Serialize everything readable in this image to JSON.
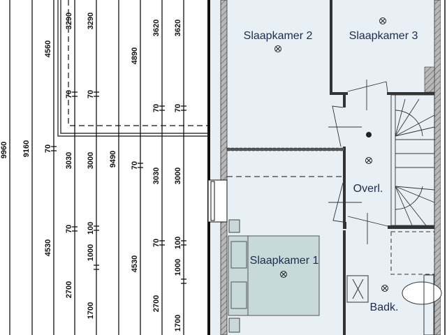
{
  "colors": {
    "room_fill": "#e8f0f6",
    "bed_fill": "#c8d9da",
    "wall_hatch": "#8a8a8a",
    "line": "#111111",
    "label": "#1c2a4e"
  },
  "rooms": {
    "slaapkamer2": "Slaapkamer 2",
    "slaapkamer3": "Slaapkamer 3",
    "overloop": "Overl.",
    "slaapkamer1": "Slaapkamer 1",
    "badkamer": "Badk."
  },
  "dimensions": [
    {
      "line": 1,
      "labels": [
        "9960"
      ]
    },
    {
      "line": 2,
      "labels": [
        "9160"
      ]
    },
    {
      "line": 3,
      "labels": [
        "4560",
        "70",
        "4530"
      ]
    },
    {
      "line": 4,
      "labels": [
        "3290",
        "70",
        "3030",
        "70",
        "2700"
      ]
    },
    {
      "line": 5,
      "labels": [
        "3290",
        "70",
        "3000",
        "100",
        "1000",
        "1700"
      ]
    },
    {
      "line": 6,
      "labels": [
        "9490"
      ]
    },
    {
      "line": 7,
      "labels": [
        "4890",
        "70",
        "4530"
      ]
    },
    {
      "line": 8,
      "labels": [
        "3620",
        "70",
        "3030",
        "70",
        "2700"
      ]
    },
    {
      "line": 9,
      "labels": [
        "3620",
        "70",
        "3000",
        "100",
        "1000",
        "1700"
      ]
    }
  ]
}
